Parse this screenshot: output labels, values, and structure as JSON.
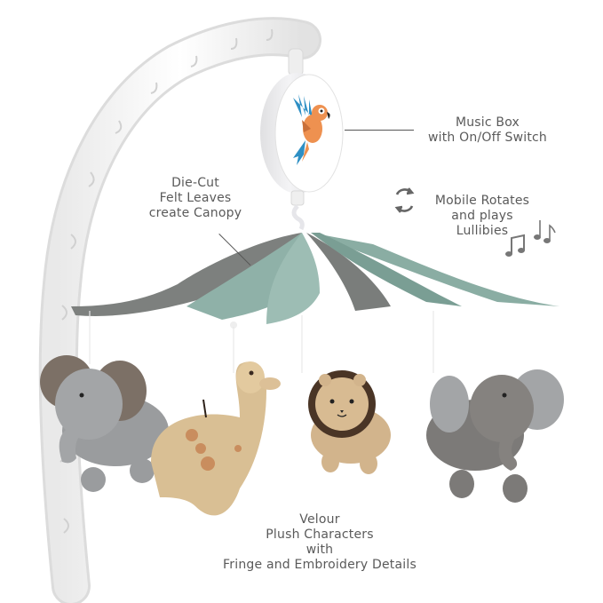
{
  "product": {
    "type": "Crib Mobile",
    "theme": "Safari animals"
  },
  "annotations": {
    "music_box": {
      "lines": [
        "Music Box",
        "with On/Off Switch"
      ]
    },
    "rotates": {
      "icon": "rotate-arrows-icon",
      "lines": [
        "Mobile Rotates",
        "and plays",
        "Lullibies"
      ],
      "music_icon": "music-notes-icon"
    },
    "canopy": {
      "lines": [
        "Die-Cut",
        "Felt Leaves",
        "create Canopy"
      ]
    },
    "characters": {
      "lines": [
        "Velour",
        "Plush Characters",
        "with",
        "Fringe and Embroidery Details"
      ]
    }
  },
  "components": {
    "arm": "white fabric-covered arm",
    "music_box_graphic": "parrot",
    "canopy_leaves": [
      "sage",
      "grey"
    ],
    "characters": [
      "grey elephant",
      "giraffe",
      "lion",
      "grey elephant"
    ]
  },
  "colors": {
    "text": "#5a5a5a",
    "sage": "#8fb1a8",
    "sage_dark": "#7a9e94",
    "grey_leaf": "#7d807e",
    "elephant": "#9a9c9e",
    "elephant_dark": "#7c7a78",
    "giraffe": "#d9bf94",
    "giraffe_spot": "#c98d5e",
    "lion": "#d2b48c",
    "mane": "#4a3526",
    "parrot_orange": "#ee9150",
    "parrot_blue": "#2e8fc4"
  }
}
